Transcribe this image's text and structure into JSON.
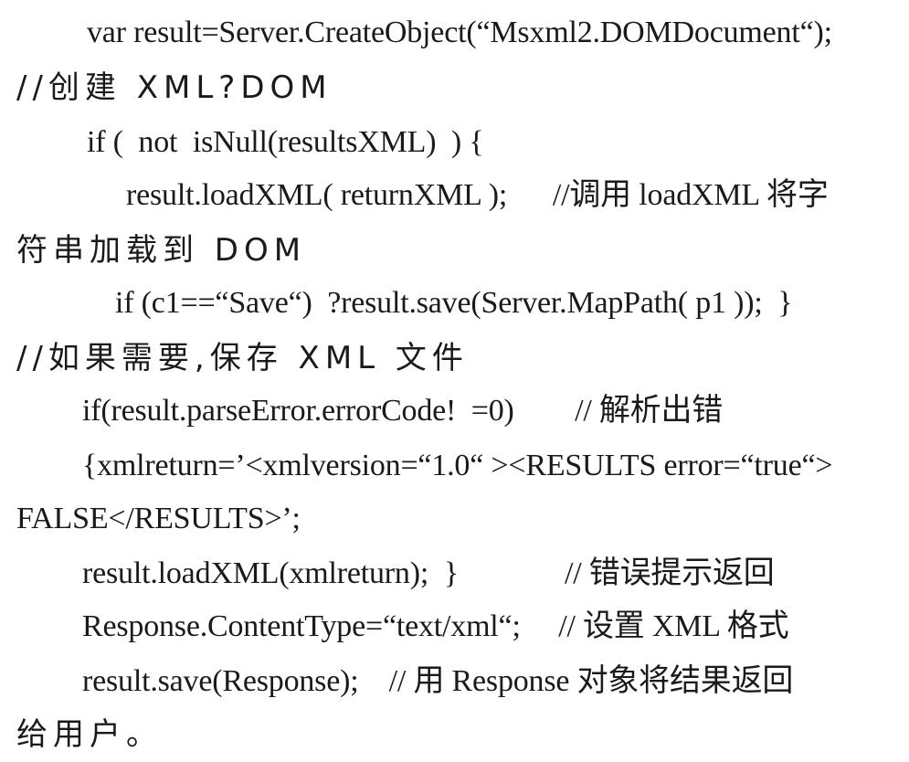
{
  "code_lines": [
    "var result=Server.CreateObject(“Msxml2.DOMDocument“);",
    "//创建 XML?DOM",
    "if (  not  isNull(resultsXML)  ) {",
    "result.loadXML( returnXML );      //调用 loadXML 将字",
    "符串加载到 DOM",
    "if (c1==“Save“)  ?result.save(Server.MapPath( p1 ));  }",
    "//如果需要,保存 XML 文件",
    "if(result.parseError.errorCode!  =0)        // 解析出错",
    "{xmlreturn=’<xmlversion=“1.0“ ><RESULTS error=“true“>",
    "FALSE</RESULTS>’;",
    "result.loadXML(xmlreturn);  }              // 错误提示返回",
    "Response.ContentType=“text/xml“;     // 设置 XML 格式",
    "result.save(Response);    // 用 Response 对象将结果返回",
    "给用户。"
  ]
}
